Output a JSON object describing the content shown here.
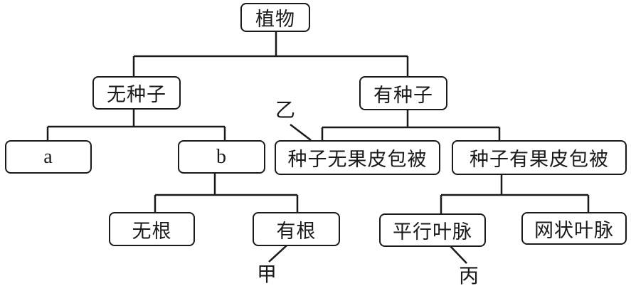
{
  "diagram": {
    "type": "classification-tree",
    "root": "植物",
    "nodes": {
      "root": "植物",
      "no_seed": "无种子",
      "has_seed": "有种子",
      "a": "a",
      "b": "b",
      "seed_no_pericarp": "种子无果皮包被",
      "seed_with_pericarp": "种子有果皮包被",
      "no_root": "无根",
      "has_root": "有根",
      "parallel_vein": "平行叶脉",
      "net_vein": "网状叶脉"
    },
    "labels": {
      "yi": "乙",
      "jia": "甲",
      "bing": "丙"
    },
    "edges": [
      [
        "植物",
        "无种子"
      ],
      [
        "植物",
        "有种子"
      ],
      [
        "无种子",
        "a"
      ],
      [
        "无种子",
        "b"
      ],
      [
        "b",
        "无根"
      ],
      [
        "b",
        "有根"
      ],
      [
        "有种子",
        "种子无果皮包被"
      ],
      [
        "有种子",
        "种子有果皮包被"
      ],
      [
        "种子有果皮包被",
        "平行叶脉"
      ],
      [
        "种子有果皮包被",
        "网状叶脉"
      ]
    ],
    "pointers": [
      {
        "label": "乙",
        "target": "种子无果皮包被"
      },
      {
        "label": "甲",
        "target": "有根"
      },
      {
        "label": "丙",
        "target": "平行叶脉"
      }
    ]
  }
}
